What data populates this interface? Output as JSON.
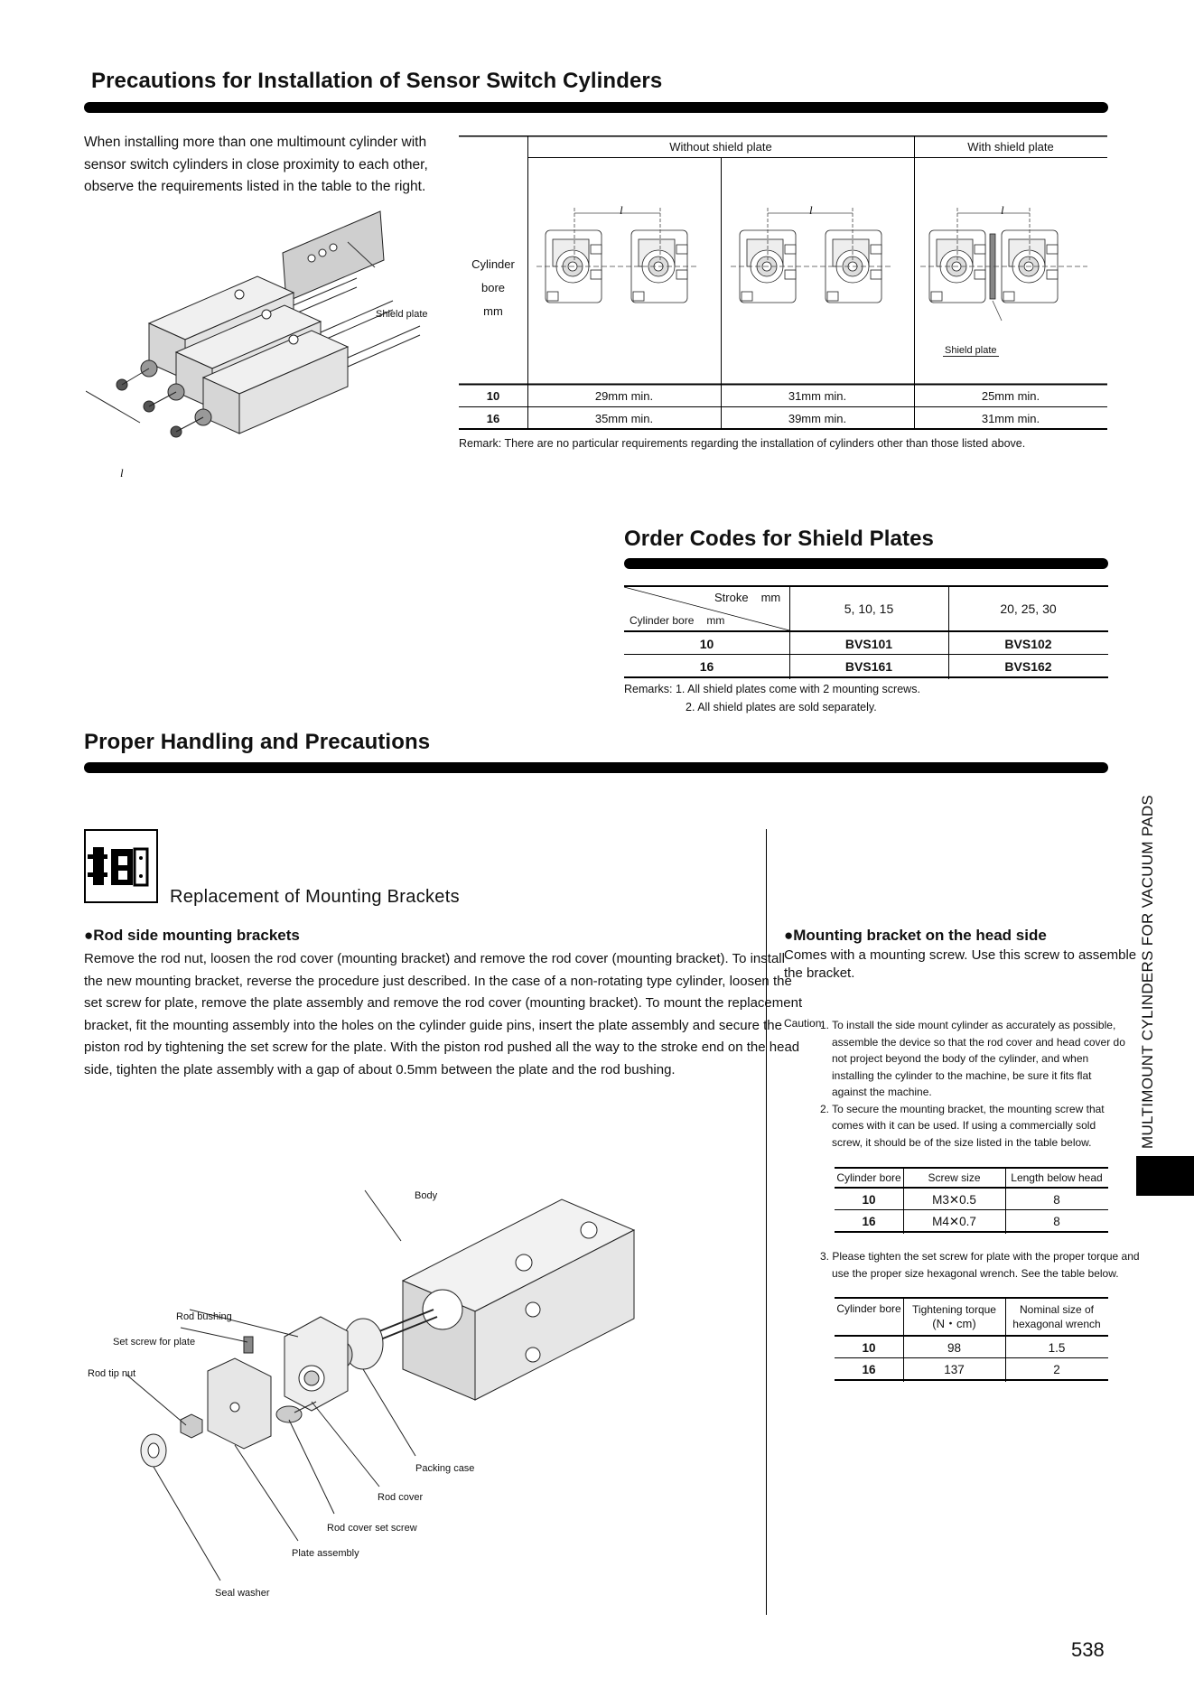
{
  "sec1": {
    "title": "Precautions for Installation of Sensor Switch Cylinders",
    "intro": [
      "When installing more than one multimount cylinder with",
      "sensor switch cylinders in close proximity to each other,",
      "observe the requirements listed in the table to the right."
    ],
    "shield_plate_label": "Shield plate",
    "l_label": "l",
    "table": {
      "header_without": "Without shield plate",
      "header_with": "With shield plate",
      "row_label": [
        "Cylinder bore",
        "mm"
      ],
      "shield_plate_label": "Shield plate",
      "rows": [
        {
          "bore": "10",
          "c1": "29mm min.",
          "c2": "31mm min.",
          "c3": "25mm min."
        },
        {
          "bore": "16",
          "c1": "35mm min.",
          "c2": "39mm min.",
          "c3": "31mm min."
        }
      ]
    },
    "remark": "Remark: There are no particular requirements regarding the installation of cylinders other than those listed above."
  },
  "sec2": {
    "title": "Order Codes for Shield Plates",
    "stroke_label": "Stroke",
    "mm": "mm",
    "bore_label": "Cylinder bore",
    "col1": "5, 10, 15",
    "col2": "20, 25, 30",
    "rows": [
      {
        "bore": "10",
        "c1": "BVS101",
        "c2": "BVS102"
      },
      {
        "bore": "16",
        "c1": "BVS161",
        "c2": "BVS162"
      }
    ],
    "remark1": "Remarks: 1. All shield plates come with 2 mounting screws.",
    "remark2": "2. All shield plates are sold separately."
  },
  "sec3": {
    "title": "Proper Handling and Precautions",
    "subtitle": "Replacement of Mounting Brackets",
    "rod_heading": "●Rod side mounting brackets",
    "rod_text": [
      "Remove the rod nut, loosen the rod cover (mounting bracket) and remove the rod cover (mounting bracket). To install",
      "the new mounting bracket, reverse the procedure just described. In the case of a non-rotating type cylinder, loosen the",
      "set screw for plate, remove the plate assembly and remove the rod cover (mounting bracket). To mount the replacement",
      "bracket, fit the mounting assembly into the holes on the cylinder guide pins, insert the plate assembly and secure the",
      "piston rod by tightening the set screw for the plate. With the piston rod pushed all the way to the stroke end on the head",
      "side, tighten the plate assembly with a gap of about 0.5mm between the plate and the rod bushing."
    ],
    "labels": {
      "body": "Body",
      "rod_bushing": "Rod bushing",
      "set_screw": "Set screw for plate",
      "rod_tip_nut": "Rod tip nut",
      "packing_case": "Packing case",
      "rod_cover": "Rod cover",
      "rod_cover_set_screw": "Rod cover set screw",
      "plate_assembly": "Plate assembly",
      "seal_washer": "Seal washer"
    },
    "head_heading": "●Mounting bracket on the head side",
    "head_text": [
      "Comes with a mounting screw. Use this screw to assemble",
      "the bracket."
    ],
    "caution_label": "Caution:",
    "caution1": [
      "1. To install the side mount cylinder as accurately as possible,",
      "assemble the device so that the rod cover and head cover do",
      "not project beyond the body of the cylinder, and when",
      "installing the cylinder to the machine, be sure it fits flat",
      "against the machine."
    ],
    "caution2": [
      "2. To secure the mounting bracket, the mounting screw that",
      "comes with it can be used. If using a commercially sold",
      "screw, it should be of the size listed in the table below."
    ],
    "screw_table": {
      "h1": "Cylinder bore",
      "h2": "Screw size",
      "h3": "Length below head",
      "rows": [
        {
          "bore": "10",
          "size": "M3✕0.5",
          "len": "8"
        },
        {
          "bore": "16",
          "size": "M4✕0.7",
          "len": "8"
        }
      ]
    },
    "caution3": [
      "3. Please tighten the set screw for plate with the proper torque and",
      "use the proper size hexagonal wrench.  See the table below."
    ],
    "torque_table": {
      "h1": "Cylinder bore",
      "h2a": "Tightening torque",
      "h2b": "(N・cm)",
      "h3a": "Nominal size of",
      "h3b": "hexagonal wrench",
      "rows": [
        {
          "bore": "10",
          "torque": "98",
          "wrench": "1.5"
        },
        {
          "bore": "16",
          "torque": "137",
          "wrench": "2"
        }
      ]
    }
  },
  "side_label": "MULTIMOUNT CYLINDERS FOR VACUUM PADS",
  "page_number": "538"
}
